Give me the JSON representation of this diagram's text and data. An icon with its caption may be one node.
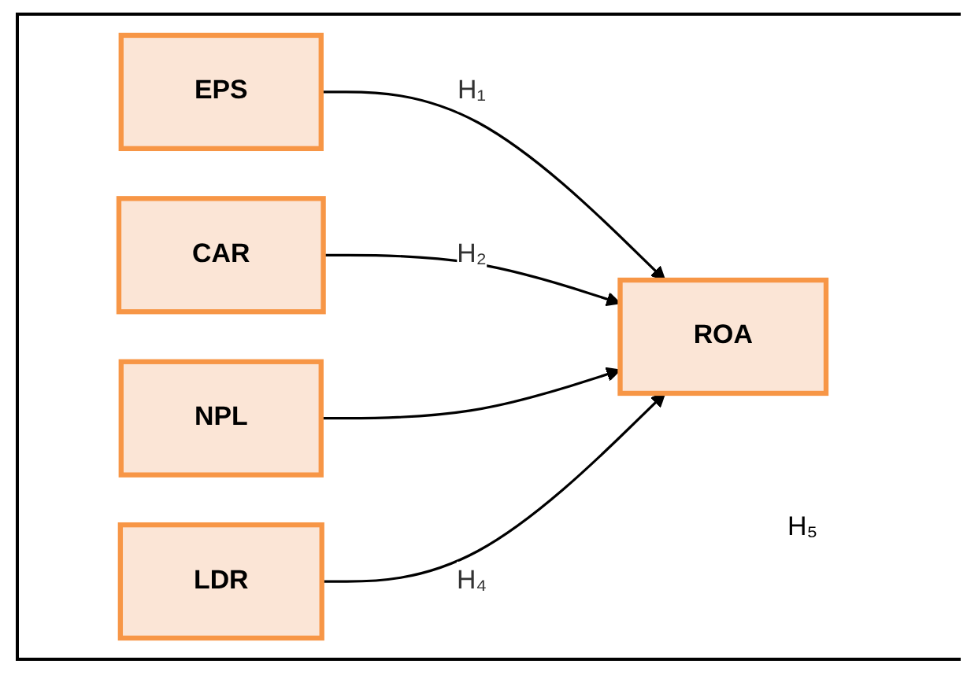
{
  "diagram": {
    "nodes": [
      {
        "text": [
          "EPS"
        ]
      },
      {
        "text": [
          "CAR"
        ]
      },
      {
        "text": [
          "NPL"
        ]
      },
      {
        "text": [
          "LDR"
        ]
      },
      {
        "text": [
          "ROA"
        ]
      }
    ],
    "edges": [
      {
        "from": 0,
        "to": 4,
        "arrow": "to",
        "label": "H₁"
      },
      {
        "from": 1,
        "to": 4,
        "arrow": "to",
        "label": "H₂"
      },
      {
        "from": 2,
        "to": 4,
        "arrow": "to"
      },
      {
        "from": 3,
        "to": 4,
        "arrow": "to",
        "label": "H₄"
      }
    ],
    "labels": [
      "H₅"
    ]
  }
}
